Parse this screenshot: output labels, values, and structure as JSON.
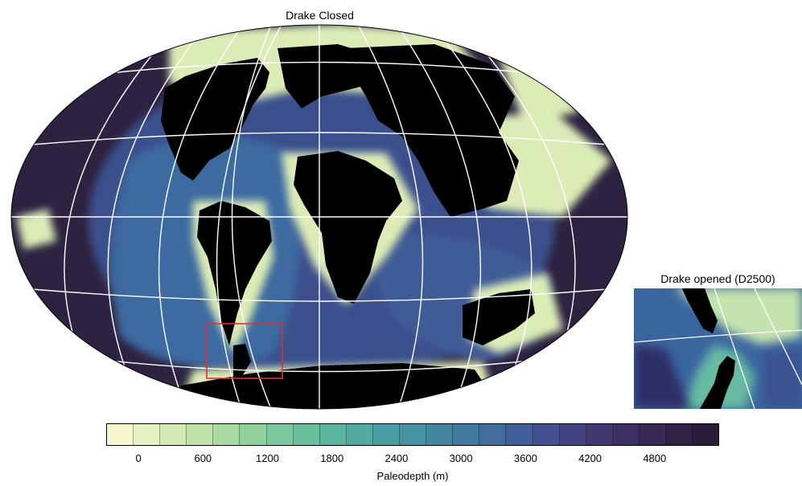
{
  "main_map": {
    "title": "Drake Closed",
    "projection": "elliptical world projection with graticule",
    "highlight_box_color": "#e03030"
  },
  "inset_map": {
    "title": "Drake opened (D2500)"
  },
  "colorbar": {
    "label": "Paleodepth (m)",
    "min": -300,
    "max": 5400,
    "step": 300,
    "tick_values": [
      "0",
      "600",
      "1200",
      "1800",
      "2400",
      "3000",
      "3600",
      "4200",
      "4800"
    ],
    "colors": [
      "#f6f7cf",
      "#e6f1c2",
      "#d3eab4",
      "#bfe2a9",
      "#a7d9a1",
      "#90d09c",
      "#7cc79b",
      "#6abf9c",
      "#5cb5a0",
      "#52aaa2",
      "#4a9ea3",
      "#4692a2",
      "#4386a0",
      "#42799e",
      "#416c9c",
      "#425e98",
      "#445090",
      "#444382",
      "#413871",
      "#3c2f62",
      "#372854",
      "#302146",
      "#2a1b39"
    ]
  },
  "colors": {
    "land": "#000000",
    "graticule": "#ffffff",
    "deep_ocean": "#2d2240",
    "mid_ocean": "#3c5a92",
    "shelf": "#e8f1c0",
    "slope": "#5fb49e"
  }
}
